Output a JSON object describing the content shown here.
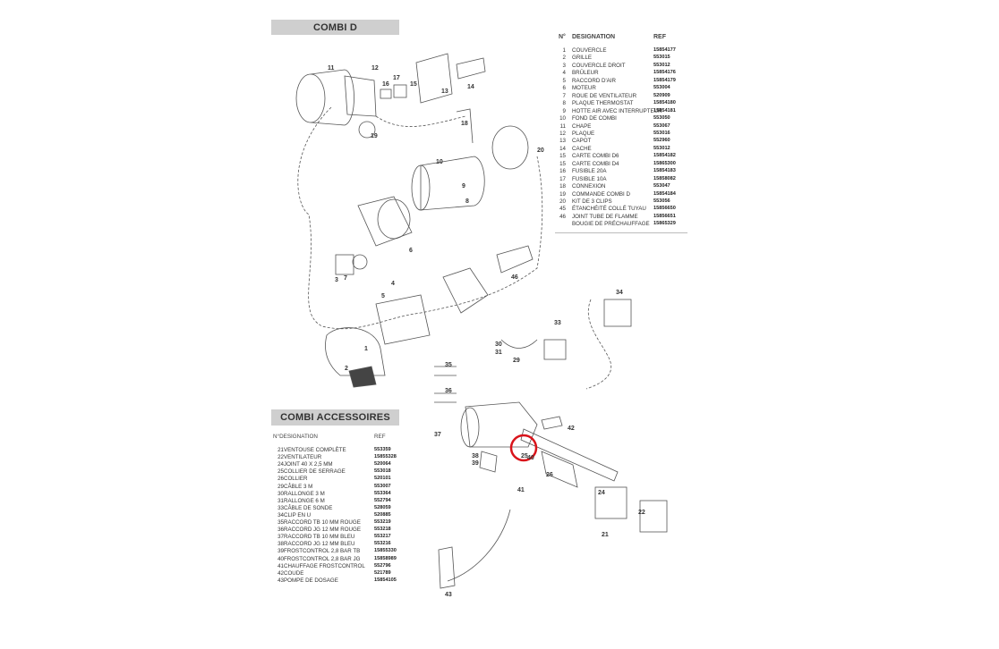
{
  "combi_title": "COMBI D",
  "acc_title": "COMBI ACCESSOIRES",
  "main_headers": {
    "no": "N°",
    "designation": "DESIGNATION",
    "ref": "REF"
  },
  "main_parts": [
    {
      "n": "1",
      "d": "COUVERCLE",
      "r": "15854177"
    },
    {
      "n": "2",
      "d": "GRILLE",
      "r": "553015"
    },
    {
      "n": "3",
      "d": "COUVERCLE DROIT",
      "r": "553012"
    },
    {
      "n": "4",
      "d": "BRÛLEUR",
      "r": "15854176"
    },
    {
      "n": "5",
      "d": "RACCORD D'AIR",
      "r": "15854179"
    },
    {
      "n": "6",
      "d": "MOTEUR",
      "r": "553004"
    },
    {
      "n": "7",
      "d": "ROUE DE VENTILATEUR",
      "r": "520909"
    },
    {
      "n": "8",
      "d": "PLAQUE THERMOSTAT",
      "r": "15854180"
    },
    {
      "n": "9",
      "d": "HOTTE AIR AVEC INTERRUPTEUR",
      "r": "15854181"
    },
    {
      "n": "10",
      "d": "FOND DE COMBI",
      "r": "553050"
    },
    {
      "n": "11",
      "d": "CHAPE",
      "r": "553067"
    },
    {
      "n": "12",
      "d": "PLAQUE",
      "r": "553016"
    },
    {
      "n": "13",
      "d": "CAPOT",
      "r": "552960"
    },
    {
      "n": "14",
      "d": "CACHE",
      "r": "553012"
    },
    {
      "n": "15",
      "d": "CARTE COMBI D6",
      "r": "15854182"
    },
    {
      "n": "15",
      "d": "CARTE COMBI D4",
      "r": "15865300"
    },
    {
      "n": "16",
      "d": "FUSIBLE 20A",
      "r": "15854183"
    },
    {
      "n": "17",
      "d": "FUSIBLE 10A",
      "r": "15858082"
    },
    {
      "n": "18",
      "d": "CONNEXION",
      "r": "553047"
    },
    {
      "n": "19",
      "d": "COMMANDE COMBI D",
      "r": "15854184"
    },
    {
      "n": "20",
      "d": "KIT DE 3 CLIPS",
      "r": "553056"
    },
    {
      "n": "45",
      "d": "ÉTANCHÉITÉ COLLÉ TUYAU",
      "r": "15856650"
    },
    {
      "n": "46",
      "d": "JOINT TUBE DE FLAMME",
      "r": "15856651"
    },
    {
      "n": "",
      "d": "BOUGIE DE PRÉCHAUFFAGE",
      "r": "15865329"
    }
  ],
  "acc_headers": {
    "designation": "N°DESIGNATION",
    "ref": "REF"
  },
  "acc_parts": [
    {
      "n": "21",
      "d": "VENTOUSE COMPLÈTE",
      "r": "553359"
    },
    {
      "n": "22",
      "d": "VENTILATEUR",
      "r": "15855328"
    },
    {
      "n": "24",
      "d": "JOINT 40 X 2,5 MM",
      "r": "520064"
    },
    {
      "n": "25",
      "d": "COLLIER DE SERRAGE",
      "r": "553018"
    },
    {
      "n": "26",
      "d": "COLLIER",
      "r": "520101"
    },
    {
      "n": "29",
      "d": "CÂBLE 3 M",
      "r": "553007"
    },
    {
      "n": "30",
      "d": "RALLONGE 3 M",
      "r": "553364"
    },
    {
      "n": "31",
      "d": "RALLONGE 6 M",
      "r": "552794"
    },
    {
      "n": "33",
      "d": "CÂBLE DE SONDE",
      "r": "528059"
    },
    {
      "n": "34",
      "d": "CLIP EN U",
      "r": "520885"
    },
    {
      "n": "35",
      "d": "RACCORD TB 10 MM ROUGE",
      "r": "553219"
    },
    {
      "n": "36",
      "d": "RACCORD JG 12 MM ROUGE",
      "r": "553218"
    },
    {
      "n": "37",
      "d": "RACCORD TB 10 MM BLEU",
      "r": "553217"
    },
    {
      "n": "38",
      "d": "RACCORD JG 12 MM BLEU",
      "r": "553216"
    },
    {
      "n": "39",
      "d": "FROSTCONTROL 2,8 BAR TB",
      "r": "15855330"
    },
    {
      "n": "40",
      "d": "FROSTCONTROL 2,8 BAR JG",
      "r": "15858989"
    },
    {
      "n": "41",
      "d": "CHAUFFAGE FROSTCONTROL",
      "r": "552796"
    },
    {
      "n": "42",
      "d": "COUDE",
      "r": "521789"
    },
    {
      "n": "43",
      "d": "POMPE DE DOSAGE",
      "r": "15854105"
    }
  ],
  "callouts_main": [
    "11",
    "12",
    "16",
    "17",
    "15",
    "13",
    "14",
    "19",
    "18",
    "20",
    "10",
    "9",
    "8",
    "6",
    "3",
    "7",
    "4",
    "5",
    "1",
    "2",
    "46"
  ],
  "callouts_acc": [
    "34",
    "33",
    "30",
    "31",
    "29",
    "35",
    "36",
    "42",
    "37",
    "38",
    "39",
    "40",
    "25",
    "26",
    "41",
    "24",
    "22",
    "21",
    "43"
  ],
  "highlight_color": "#d9141b"
}
